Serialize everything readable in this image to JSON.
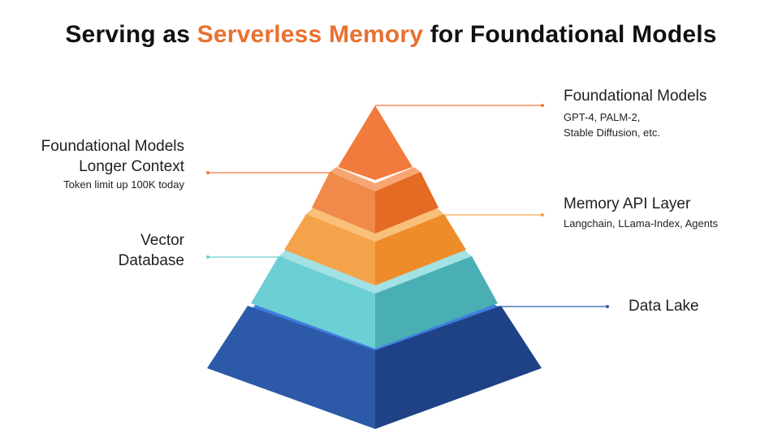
{
  "title": {
    "prefix": "Serving as ",
    "accent": "Serverless Memory",
    "suffix": " for Foundational Models"
  },
  "colors": {
    "accent": "#e8712f",
    "tier1_left": "#f27a3c",
    "tier2_left": "#f08a4b",
    "tier2_right": "#e56a24",
    "tier3_left": "#f5a34a",
    "tier3_right": "#ef8c2a",
    "tier4_left": "#6ccfd4",
    "tier4_right": "#4aaeb5",
    "tier5_left": "#2d5aa8",
    "tier5_right": "#1f4287",
    "rim_blue": "#3f7ee0"
  },
  "labels": {
    "top_right": {
      "main": "Foundational Models",
      "sub1": "GPT-4, PALM-2,",
      "sub2": "Stable Diffusion, etc."
    },
    "left_1": {
      "main1": "Foundational Models",
      "main2": "Longer Context",
      "sub": "Token limit up 100K today"
    },
    "right_2": {
      "main": "Memory API Layer",
      "sub": "Langchain, LLama-Index, Agents"
    },
    "left_3": {
      "main1": "Vector",
      "main2": "Database"
    },
    "right_4": {
      "main": "Data Lake"
    }
  }
}
